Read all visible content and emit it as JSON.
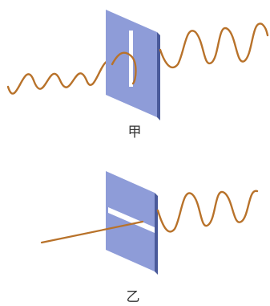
{
  "figure_top": {
    "caption": "甲",
    "slit_orientation": "vertical",
    "wave_passes": true
  },
  "figure_bottom": {
    "caption": "乙",
    "slit_orientation": "horizontal",
    "wave_passes": true
  },
  "colors": {
    "plate_face": "#8e9cd8",
    "plate_edge": "#4a5a9a",
    "slit": "#ffffff",
    "wave": "#b8722a",
    "caption": "#333333"
  }
}
